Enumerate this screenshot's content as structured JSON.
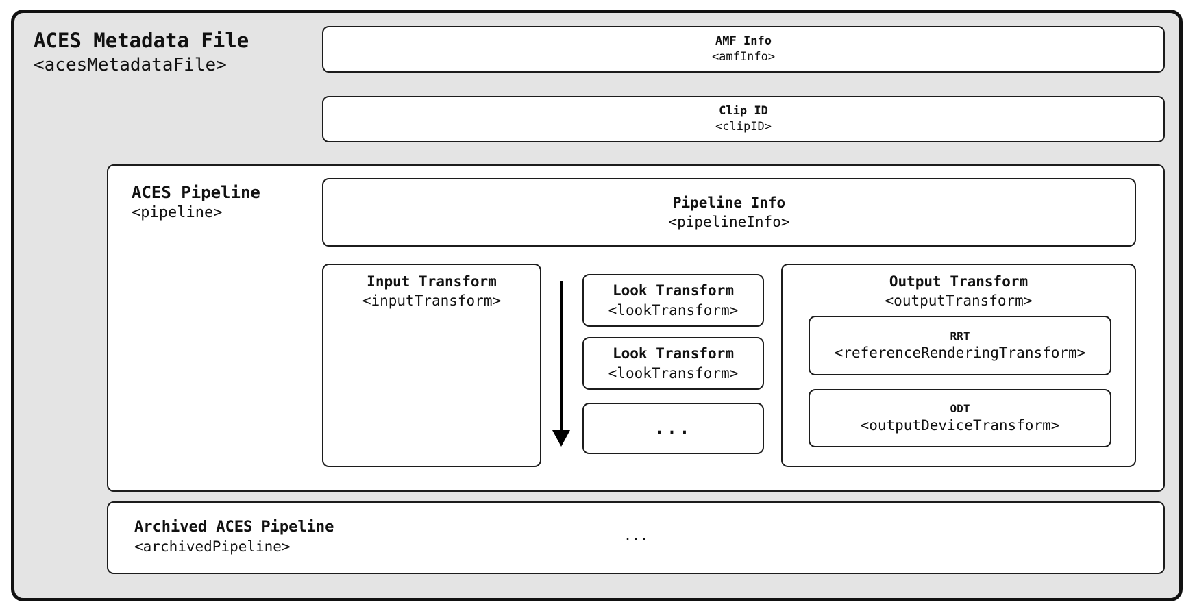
{
  "root": {
    "title": "ACES Metadata File",
    "tag": "<acesMetadataFile>"
  },
  "amf_info": {
    "title": "AMF Info",
    "tag": "<amfInfo>"
  },
  "clip_id": {
    "title": "Clip ID",
    "tag": "<clipID>"
  },
  "pipeline": {
    "title": "ACES Pipeline",
    "tag": "<pipeline>",
    "info": {
      "title": "Pipeline Info",
      "tag": "<pipelineInfo>"
    },
    "input": {
      "title": "Input Transform",
      "tag": "<inputTransform>"
    },
    "looks": [
      {
        "title": "Look Transform",
        "tag": "<lookTransform>"
      },
      {
        "title": "Look Transform",
        "tag": "<lookTransform>"
      }
    ],
    "looks_more": "...",
    "output": {
      "title": "Output Transform",
      "tag": "<outputTransform>",
      "rrt": {
        "title": "RRT",
        "tag": "<referenceRenderingTransform>"
      },
      "odt": {
        "title": "ODT",
        "tag": "<outputDeviceTransform>"
      }
    }
  },
  "archived": {
    "title": "Archived ACES Pipeline",
    "tag": "<archivedPipeline>",
    "ellipsis": "..."
  },
  "colors": {
    "outer_bg": "#e4e4e4",
    "box_bg": "#ffffff",
    "border": "#000000"
  }
}
